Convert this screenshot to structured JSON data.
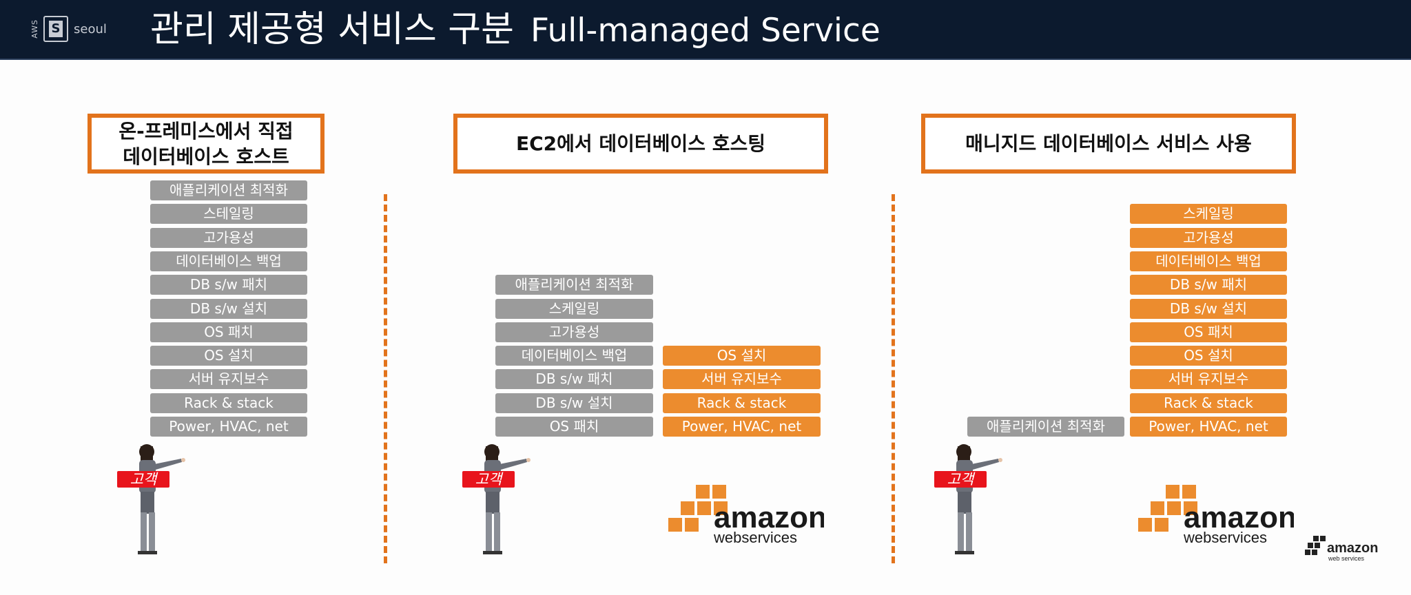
{
  "header": {
    "logo_aws": "AWS",
    "logo_box": "S",
    "logo_city": "seoul",
    "title_ko": "관리 제공형 서비스 구분",
    "title_en": "Full-managed Service"
  },
  "panels": [
    {
      "heading_line1": "온-프레미스에서 직접",
      "heading_line2": "데이터베이스 호스트",
      "customer_items": [
        "애플리케이션 최적화",
        "스테일링",
        "고가용성",
        "데이터베이스 백업",
        "DB s/w 패치",
        "DB s/w 설치",
        "OS 패치",
        "OS 설치",
        "서버 유지보수",
        "Rack & stack",
        "Power, HVAC, net"
      ],
      "aws_items": [],
      "customer_label": "고객"
    },
    {
      "heading_line1": "EC2에서 데이터베이스 호스팅",
      "customer_items": [
        "애플리케이션 최적화",
        "스케일링",
        "고가용성",
        "데이터베이스 백업",
        "DB s/w 패치",
        "DB s/w 설치",
        "OS 패치"
      ],
      "aws_items": [
        "OS 설치",
        "서버 유지보수",
        "Rack & stack",
        "Power, HVAC, net"
      ],
      "customer_label": "고객",
      "aws_logo_word": "amazon",
      "aws_logo_sub": "webservices"
    },
    {
      "heading_line1": "매니지드 데이터베이스 서비스 사용",
      "customer_items": [
        "애플리케이션 최적화"
      ],
      "aws_items": [
        "스케일링",
        "고가용성",
        "데이터베이스 백업",
        "DB s/w 패치",
        "DB s/w 설치",
        "OS 패치",
        "OS 설치",
        "서버 유지보수",
        "Rack & stack",
        "Power, HVAC, net"
      ],
      "customer_label": "고객",
      "aws_logo_word": "amazon",
      "aws_logo_sub": "webservices"
    }
  ],
  "footer_logo": {
    "word": "amazon",
    "sub": "web services"
  },
  "colors": {
    "header_bg": "#0c1a2e",
    "accent_orange": "#e2731c",
    "aws_item": "#ec8c2e",
    "customer_item": "#9b9b9b",
    "customer_tag": "#e8141c"
  },
  "icons": [
    "aws-cubes-icon",
    "person-figure-icon"
  ]
}
